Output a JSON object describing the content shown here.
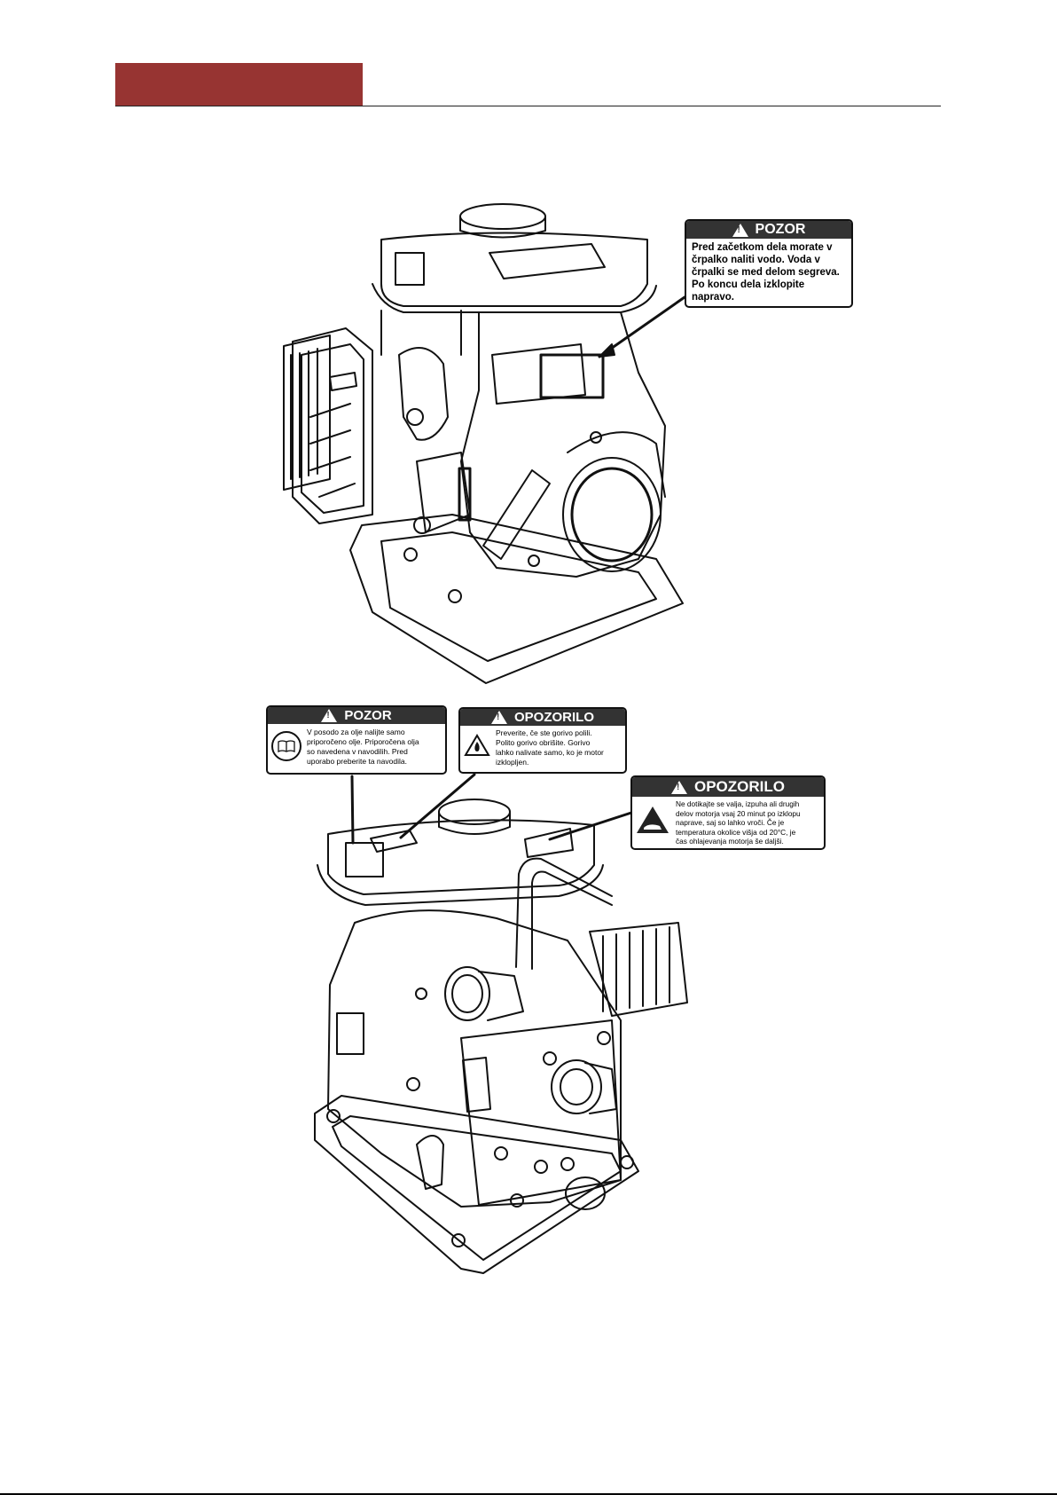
{
  "header": {
    "accent_color": "#973432"
  },
  "label_top": {
    "title": "POZOR",
    "text": "Pred začetkom dela morate v\nčrpalko naliti vodo. Voda v\nčrpalki se med delom segreva.\nPo koncu dela izklopite\nnapravo."
  },
  "label_oil": {
    "title": "POZOR",
    "icon": "book-icon",
    "text": "V posodo za olje nalijte samo\npriporočeno olje. Priporočena olja\nso navedena v navodilih. Pred\nuporabo preberite ta navodila."
  },
  "label_fuel": {
    "title": "OPOZORILO",
    "icon": "flame-icon",
    "text": "Preverite, če ste gorivo polili.\nPolito gorivo obrišite. Gorivo\nlahko nalivate samo, ko je motor\nizklopljen."
  },
  "label_hot": {
    "title": "OPOZORILO",
    "icon": "hot-surface-icon",
    "text": "Ne dotikajte se valja, izpuha ali drugih\ndelov motorja vsaj 20 minut po izklopu\nnaprave, saj so lahko vroči. Če je\ntemperatura okolice višja od 20°C, je\nčas ohlajevanja motorja še daljši."
  }
}
